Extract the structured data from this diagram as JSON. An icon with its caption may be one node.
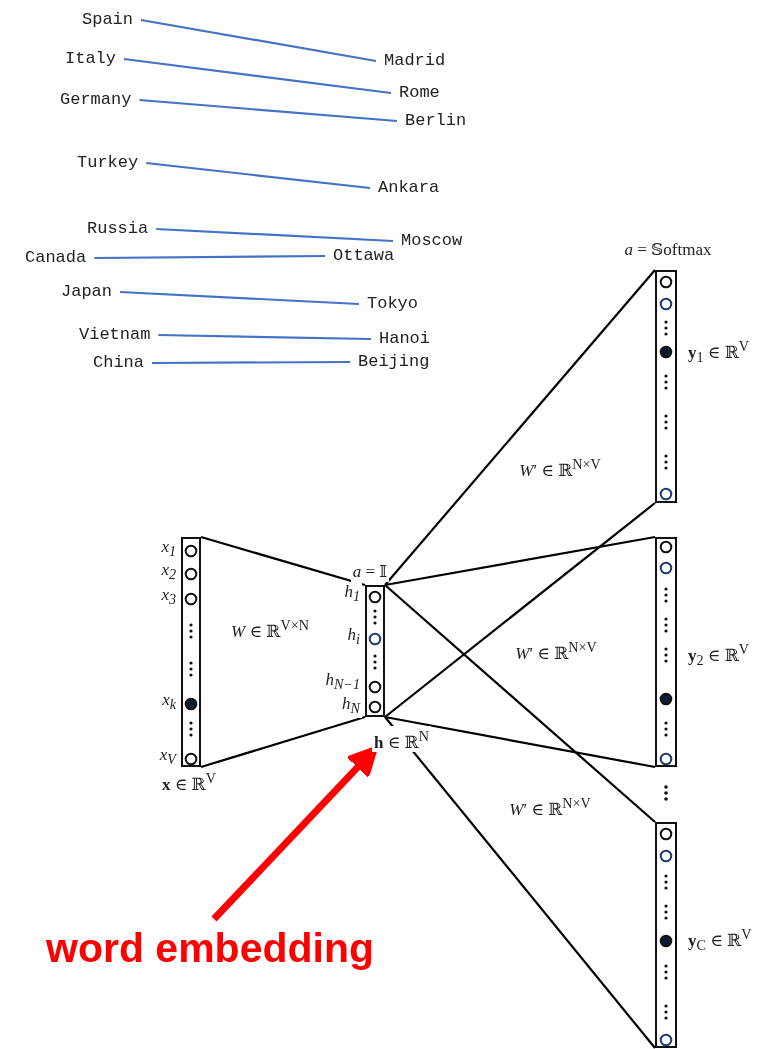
{
  "diagram": {
    "nodes": [
      {
        "text": [
          "Spain"
        ]
      },
      {
        "text": [
          "Madrid"
        ]
      },
      {
        "text": [
          "Italy"
        ]
      },
      {
        "text": [
          "Rome"
        ]
      },
      {
        "text": [
          "Germany"
        ]
      },
      {
        "text": [
          "Berlin"
        ]
      },
      {
        "text": [
          "Turkey"
        ]
      },
      {
        "text": [
          "Ankara"
        ]
      },
      {
        "text": [
          "Russia"
        ]
      },
      {
        "text": [
          "Moscow"
        ]
      },
      {
        "text": [
          "Canada"
        ]
      },
      {
        "text": [
          "Ottawa"
        ]
      },
      {
        "text": [
          "Japan"
        ]
      },
      {
        "text": [
          "Tokyo"
        ]
      },
      {
        "text": [
          "Vietnam"
        ]
      },
      {
        "text": [
          "Hanoi"
        ]
      },
      {
        "text": [
          "China"
        ]
      },
      {
        "text": [
          "Beijing"
        ]
      },
      {
        "text": [],
        "shape": "bar",
        "beside": [
          "x$_{1}$",
          "x$_{2}$",
          "x$_{3}$",
          "x$_{k}$",
          "x$_{V}$",
          "**x** ∈ ℝ$^{V}$"
        ]
      },
      {
        "text": [],
        "shape": "bar",
        "beside": [
          "*a* = 𝕀",
          "h$_{1}$",
          "h$_{i}$",
          "h$_{N−1}$",
          "h$_{N}$",
          "**h** ∈ ℝ$^{N}$"
        ]
      },
      {
        "text": [],
        "shape": "bar",
        "beside": [
          "*a* = 𝕊oftmax",
          "**y**$_{1}$ ∈ ℝ$^{V}$"
        ]
      },
      {
        "text": [],
        "shape": "bar",
        "beside": [
          "**y**$_{2}$ ∈ ℝ$^{V}$"
        ]
      },
      {
        "text": [],
        "shape": "bar",
        "beside": [
          "**y**$_{C}$ ∈ ℝ$^{V}$"
        ]
      },
      {
        "text": [
          "word embedding"
        ]
      }
    ],
    "edges": [
      {
        "from": 0,
        "to": 1,
        "arrow": "none"
      },
      {
        "from": 2,
        "to": 3,
        "arrow": "none"
      },
      {
        "from": 4,
        "to": 5,
        "arrow": "none"
      },
      {
        "from": 6,
        "to": 7,
        "arrow": "none"
      },
      {
        "from": 8,
        "to": 9,
        "arrow": "none"
      },
      {
        "from": 10,
        "to": 11,
        "arrow": "none"
      },
      {
        "from": 12,
        "to": 13,
        "arrow": "none"
      },
      {
        "from": 14,
        "to": 15,
        "arrow": "none"
      },
      {
        "from": 16,
        "to": 17,
        "arrow": "none"
      },
      {
        "from": 18,
        "to": 19,
        "arrow": "none",
        "color": "#000000"
      },
      {
        "from": 18,
        "to": 19,
        "arrow": "none",
        "color": "#000000"
      },
      {
        "from": 19,
        "to": 20,
        "arrow": "none",
        "color": "#000000"
      },
      {
        "from": 19,
        "to": 20,
        "arrow": "none",
        "color": "#000000"
      },
      {
        "from": 19,
        "to": 21,
        "arrow": "none",
        "color": "#000000"
      },
      {
        "from": 19,
        "to": 21,
        "arrow": "none",
        "color": "#000000"
      },
      {
        "from": 19,
        "to": 22,
        "arrow": "none",
        "color": "#000000"
      },
      {
        "from": 19,
        "to": 22,
        "arrow": "none",
        "color": "#000000"
      },
      {
        "from": 23,
        "to": 19,
        "arrow": "to",
        "style": "thick",
        "color": "#ff0000"
      }
    ],
    "labels": [
      "*W* ∈ ℝ$^{V×N}$",
      "*W*′ ∈ ℝ$^{N×V}$",
      "*W*′ ∈ ℝ$^{N×V}$",
      "*W*′ ∈ ℝ$^{N×V}$"
    ]
  }
}
